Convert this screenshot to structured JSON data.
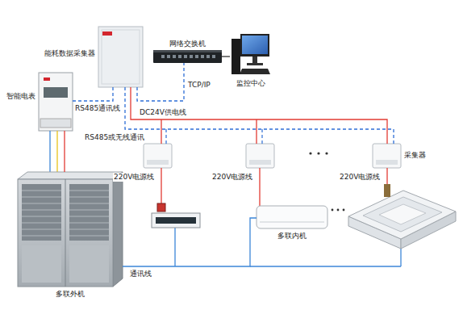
{
  "diagram": {
    "nodes": [
      {
        "text": [
          "能耗数据采集器"
        ]
      },
      {
        "text": [
          "网络交换机"
        ]
      },
      {
        "text": [
          "监控中心"
        ]
      },
      {
        "text": [
          "智能电表"
        ]
      },
      {
        "text": [
          "采集器"
        ]
      },
      {
        "text": [
          "多联内机"
        ]
      },
      {
        "text": [
          "多联外机"
        ]
      }
    ],
    "edges": [
      {
        "from": 3,
        "to": 0,
        "arrow": "none",
        "label": "RS485通讯线"
      },
      {
        "from": 0,
        "to": 1,
        "arrow": "none",
        "label": "TCP/IP"
      },
      {
        "from": 1,
        "to": 2,
        "arrow": "none"
      },
      {
        "from": 0,
        "to": 4,
        "arrow": "none",
        "label": "DC24V供电线"
      },
      {
        "from": 0,
        "to": 4,
        "arrow": "none",
        "label": "RS485或无线通讯"
      },
      {
        "from": 6,
        "to": 5,
        "arrow": "none",
        "label": "通讯线"
      },
      {
        "from": 3,
        "to": 6,
        "arrow": "none"
      }
    ],
    "labels": [
      "220V电源线",
      "220V电源线",
      "220V电源线"
    ]
  }
}
